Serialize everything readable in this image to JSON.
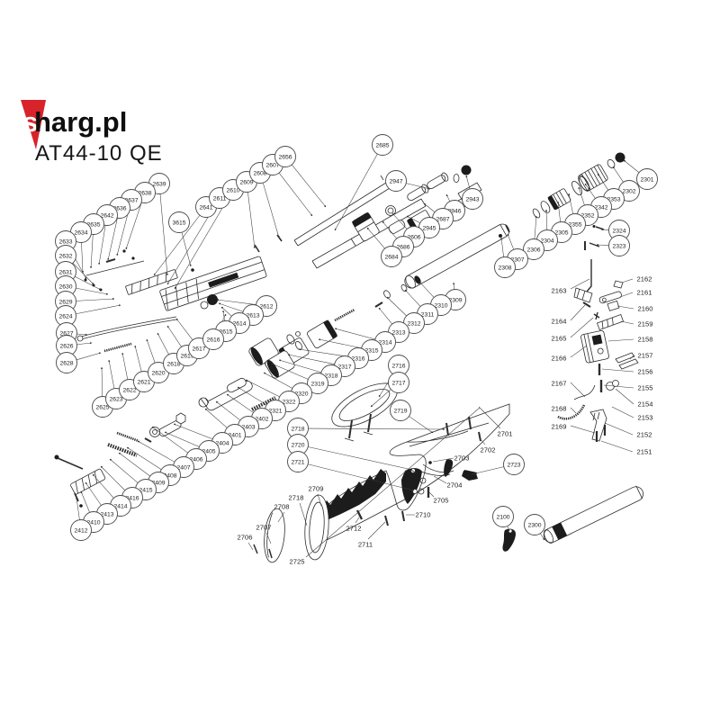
{
  "brand": {
    "logo_s": "s",
    "logo_rest": "harg.pl",
    "model": "AT44-10 QE",
    "logo_red": "#d8232a",
    "text_color": "#0f0f0f"
  },
  "diagram": {
    "background": "#ffffff",
    "line_color": "#3c3c3c",
    "circled_format": "[part_number, circle_x, circle_y, leader_end_x, leader_end_y]",
    "circled_callouts": [
      [
        "2639",
        177,
        204,
        186,
        306
      ],
      [
        "2638",
        161,
        214,
        140,
        277
      ],
      [
        "2637",
        146,
        222,
        130,
        284
      ],
      [
        "2636",
        133,
        231,
        120,
        289
      ],
      [
        "2642",
        119,
        239,
        110,
        294
      ],
      [
        "2635",
        104,
        249,
        101,
        298
      ],
      [
        "2634",
        90,
        258,
        92,
        303
      ],
      [
        "2633",
        73,
        268,
        96,
        310
      ],
      [
        "2632",
        73,
        284,
        104,
        316
      ],
      [
        "2631",
        73,
        302,
        112,
        322
      ],
      [
        "2630",
        73,
        318,
        120,
        327
      ],
      [
        "2629",
        73,
        335,
        127,
        332
      ],
      [
        "2624",
        73,
        351,
        134,
        339
      ],
      [
        "2627",
        74,
        370,
        97,
        372
      ],
      [
        "2626",
        74,
        384,
        102,
        381
      ],
      [
        "2628",
        74,
        403,
        112,
        392
      ],
      [
        "2625",
        114,
        452,
        113,
        408
      ],
      [
        "2623",
        129,
        443,
        121,
        400
      ],
      [
        "2622",
        144,
        433,
        136,
        392
      ],
      [
        "2621",
        160,
        424,
        150,
        384
      ],
      [
        "2620",
        176,
        414,
        163,
        377
      ],
      [
        "2618",
        193,
        404,
        175,
        370
      ],
      [
        "2619",
        208,
        395,
        186,
        362
      ],
      [
        "2617",
        221,
        387,
        196,
        354
      ],
      [
        "3615",
        199,
        247,
        212,
        296
      ],
      [
        "2641",
        229,
        230,
        171,
        306
      ],
      [
        "2611",
        244,
        220,
        186,
        316
      ],
      [
        "2610",
        259,
        211,
        194,
        321
      ],
      [
        "2609",
        274,
        202,
        283,
        276
      ],
      [
        "2608",
        289,
        192,
        310,
        264
      ],
      [
        "2607",
        303,
        183,
        347,
        240
      ],
      [
        "2656",
        317,
        174,
        362,
        230
      ],
      [
        "2685",
        425,
        161,
        372,
        256
      ],
      [
        "2947",
        440,
        201,
        478,
        210
      ],
      [
        "2943",
        525,
        221,
        518,
        195
      ],
      [
        "2946",
        505,
        234,
        496,
        216
      ],
      [
        "2687",
        492,
        243,
        471,
        226
      ],
      [
        "2945",
        477,
        253,
        452,
        240
      ],
      [
        "2606",
        460,
        263,
        436,
        237
      ],
      [
        "2686",
        448,
        274,
        425,
        246
      ],
      [
        "2684",
        435,
        285,
        408,
        253
      ],
      [
        "2301",
        719,
        199,
        693,
        178
      ],
      [
        "2302",
        699,
        212,
        681,
        185
      ],
      [
        "2353",
        682,
        221,
        664,
        193
      ],
      [
        "2342",
        668,
        230,
        650,
        204
      ],
      [
        "2352",
        653,
        239,
        643,
        208
      ],
      [
        "2355",
        639,
        249,
        632,
        215
      ],
      [
        "2305",
        624,
        258,
        620,
        224
      ],
      [
        "2304",
        608,
        267,
        607,
        233
      ],
      [
        "2306",
        593,
        277,
        596,
        240
      ],
      [
        "2307",
        575,
        288,
        564,
        260
      ],
      [
        "2308",
        561,
        297,
        557,
        264
      ],
      [
        "2324",
        688,
        256,
        668,
        255
      ],
      [
        "2323",
        688,
        273,
        663,
        272
      ],
      [
        "2309",
        506,
        333,
        504,
        314
      ],
      [
        "2310",
        490,
        339,
        466,
        313
      ],
      [
        "2311",
        475,
        349,
        450,
        322
      ],
      [
        "2312",
        460,
        359,
        430,
        330
      ],
      [
        "2313",
        443,
        369,
        421,
        342
      ],
      [
        "2314",
        428,
        380,
        372,
        365
      ],
      [
        "2315",
        413,
        389,
        354,
        377
      ],
      [
        "2316",
        398,
        398,
        332,
        388
      ],
      [
        "2317",
        383,
        407,
        320,
        394
      ],
      [
        "2318",
        368,
        417,
        310,
        400
      ],
      [
        "2319",
        353,
        426,
        302,
        404
      ],
      [
        "2320",
        335,
        437,
        293,
        414
      ],
      [
        "2322",
        321,
        446,
        273,
        422
      ],
      [
        "2321",
        306,
        456,
        264,
        430
      ],
      [
        "2402",
        291,
        465,
        252,
        438
      ],
      [
        "2403",
        276,
        474,
        240,
        446
      ],
      [
        "2401",
        261,
        483,
        228,
        454
      ],
      [
        "2404",
        247,
        492,
        193,
        471
      ],
      [
        "2405",
        232,
        501,
        183,
        480
      ],
      [
        "2406",
        218,
        510,
        169,
        474
      ],
      [
        "2407",
        204,
        519,
        153,
        490
      ],
      [
        "2408",
        189,
        528,
        141,
        497
      ],
      [
        "2409",
        176,
        536,
        132,
        503
      ],
      [
        "2415",
        162,
        544,
        122,
        510
      ],
      [
        "2416",
        147,
        553,
        112,
        518
      ],
      [
        "2414",
        134,
        562,
        103,
        527
      ],
      [
        "2413",
        119,
        571,
        95,
        536
      ],
      [
        "2410",
        104,
        580,
        90,
        546
      ],
      [
        "2412",
        90,
        589,
        85,
        553
      ],
      [
        "2612",
        296,
        340,
        241,
        333
      ],
      [
        "2613",
        281,
        350,
        243,
        337
      ],
      [
        "2614",
        266,
        359,
        246,
        341
      ],
      [
        "2615",
        251,
        368,
        248,
        345
      ],
      [
        "2616",
        237,
        377,
        251,
        349
      ],
      [
        "2716",
        443,
        406,
        421,
        441
      ],
      [
        "2717",
        443,
        425,
        412,
        452
      ],
      [
        "2719",
        445,
        456,
        481,
        481
      ],
      [
        "2718",
        331,
        476,
        494,
        477
      ],
      [
        "2720",
        331,
        494,
        458,
        522
      ],
      [
        "2721",
        331,
        513,
        460,
        545
      ],
      [
        "2723",
        571,
        516,
        524,
        527
      ],
      [
        "2100",
        559,
        574,
        566,
        590
      ],
      [
        "2300",
        594,
        583,
        605,
        600
      ]
    ],
    "text_format": "[part_number, text_x, text_y, leader_start_x, leader_start_y, leader_end_x, leader_end_y]",
    "text_callouts": [
      [
        "2163",
        621,
        323,
        634,
        321,
        655,
        310
      ],
      [
        "2164",
        621,
        357,
        634,
        356,
        650,
        339
      ],
      [
        "2165",
        621,
        376,
        634,
        375,
        659,
        353
      ],
      [
        "2166",
        621,
        398,
        634,
        397,
        652,
        384
      ],
      [
        "2167",
        621,
        426,
        634,
        425,
        650,
        441
      ],
      [
        "2168",
        621,
        454,
        634,
        453,
        640,
        459
      ],
      [
        "2169",
        621,
        474,
        634,
        473,
        661,
        481
      ],
      [
        "2162",
        716,
        310,
        703,
        310,
        691,
        314
      ],
      [
        "2161",
        716,
        325,
        703,
        325,
        689,
        330
      ],
      [
        "2160",
        717,
        343,
        704,
        343,
        686,
        340
      ],
      [
        "2159",
        717,
        360,
        704,
        360,
        690,
        357
      ],
      [
        "2158",
        717,
        377,
        704,
        377,
        676,
        379
      ],
      [
        "2157",
        717,
        395,
        704,
        395,
        700,
        399
      ],
      [
        "2156",
        717,
        413,
        704,
        413,
        669,
        410
      ],
      [
        "2155",
        717,
        431,
        704,
        431,
        671,
        428
      ],
      [
        "2154",
        717,
        449,
        704,
        449,
        684,
        432
      ],
      [
        "2153",
        717,
        464,
        704,
        464,
        680,
        452
      ],
      [
        "2152",
        716,
        483,
        703,
        483,
        672,
        470
      ],
      [
        "2151",
        716,
        502,
        703,
        502,
        668,
        490
      ],
      [
        "2709",
        351,
        543,
        353,
        549,
        357,
        562
      ],
      [
        "2718",
        329,
        553,
        333,
        559,
        341,
        584
      ],
      [
        "2708",
        313,
        563,
        316,
        569,
        309,
        580
      ],
      [
        "2707",
        293,
        586,
        296,
        592,
        301,
        604
      ],
      [
        "2706",
        272,
        597,
        276,
        603,
        281,
        611
      ],
      [
        "2725",
        330,
        624,
        340,
        619,
        533,
        453
      ],
      [
        "2712",
        393,
        587,
        395,
        581,
        399,
        575
      ],
      [
        "2711",
        406,
        605,
        409,
        599,
        428,
        580
      ],
      [
        "2710",
        470,
        572,
        461,
        572,
        451,
        572
      ],
      [
        "2701",
        561,
        482,
        556,
        476,
        532,
        452
      ],
      [
        "2702",
        542,
        500,
        539,
        494,
        533,
        487
      ],
      [
        "2703",
        513,
        509,
        504,
        509,
        481,
        513
      ],
      [
        "2704",
        505,
        539,
        496,
        537,
        482,
        529
      ],
      [
        "2705",
        490,
        556,
        482,
        552,
        477,
        547
      ]
    ]
  }
}
